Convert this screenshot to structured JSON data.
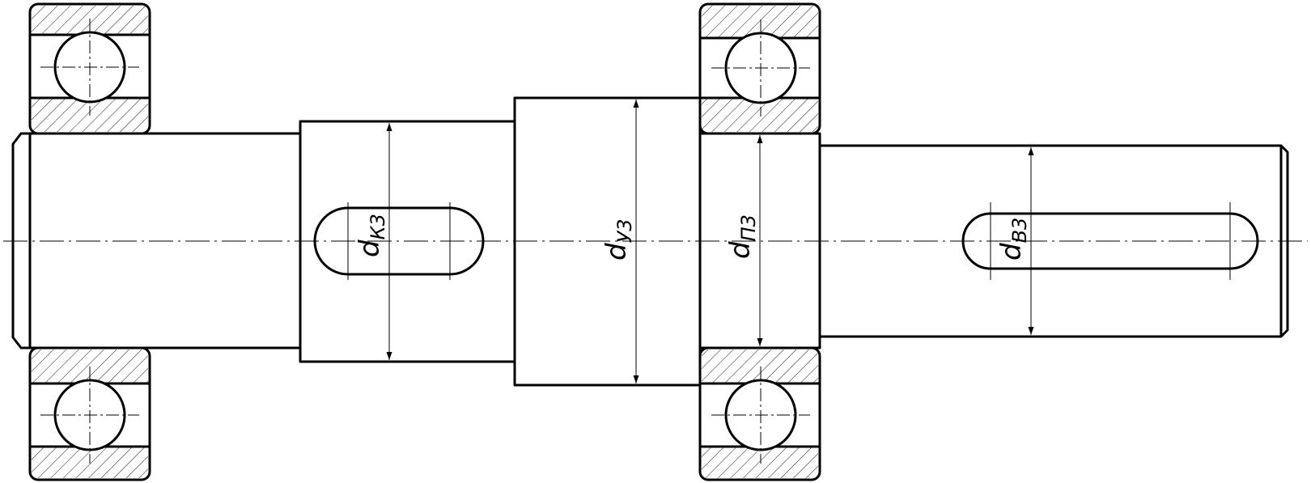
{
  "drawing": {
    "dimensions": [
      {
        "id": "dk",
        "symbol": "d",
        "subscript": "К3"
      },
      {
        "id": "du",
        "symbol": "d",
        "subscript": "У3"
      },
      {
        "id": "dp",
        "symbol": "d",
        "subscript": "П3"
      },
      {
        "id": "dv",
        "symbol": "d",
        "subscript": "В3"
      }
    ]
  }
}
